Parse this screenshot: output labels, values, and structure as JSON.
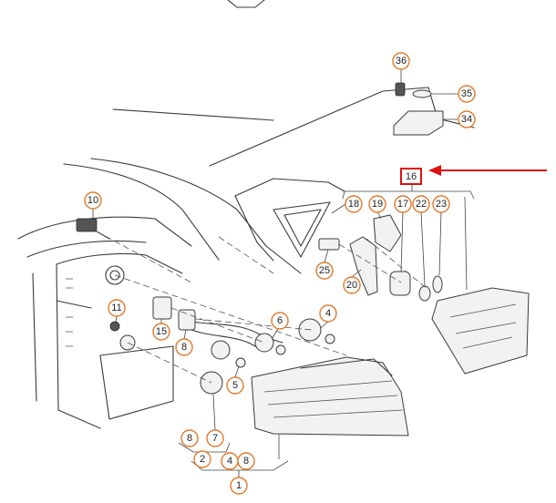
{
  "highlight": {
    "label": "16",
    "color": "#dd1111"
  },
  "accent_color": "#e07a2c",
  "callouts": [
    {
      "id": "c36",
      "label": "36"
    },
    {
      "id": "c35",
      "label": "35"
    },
    {
      "id": "c34",
      "label": "34"
    },
    {
      "id": "c10",
      "label": "10"
    },
    {
      "id": "c18",
      "label": "18"
    },
    {
      "id": "c19",
      "label": "19"
    },
    {
      "id": "c17",
      "label": "17"
    },
    {
      "id": "c22",
      "label": "22"
    },
    {
      "id": "c23",
      "label": "23"
    },
    {
      "id": "c25",
      "label": "25"
    },
    {
      "id": "c20",
      "label": "20"
    },
    {
      "id": "c11",
      "label": "11"
    },
    {
      "id": "c15",
      "label": "15"
    },
    {
      "id": "c6",
      "label": "6"
    },
    {
      "id": "c4a",
      "label": "4"
    },
    {
      "id": "c8a",
      "label": "8"
    },
    {
      "id": "c5",
      "label": "5"
    },
    {
      "id": "c8b",
      "label": "8"
    },
    {
      "id": "c7",
      "label": "7"
    },
    {
      "id": "c2",
      "label": "2"
    },
    {
      "id": "c4b",
      "label": "4"
    },
    {
      "id": "c8c",
      "label": "8"
    },
    {
      "id": "c1",
      "label": "1"
    }
  ]
}
